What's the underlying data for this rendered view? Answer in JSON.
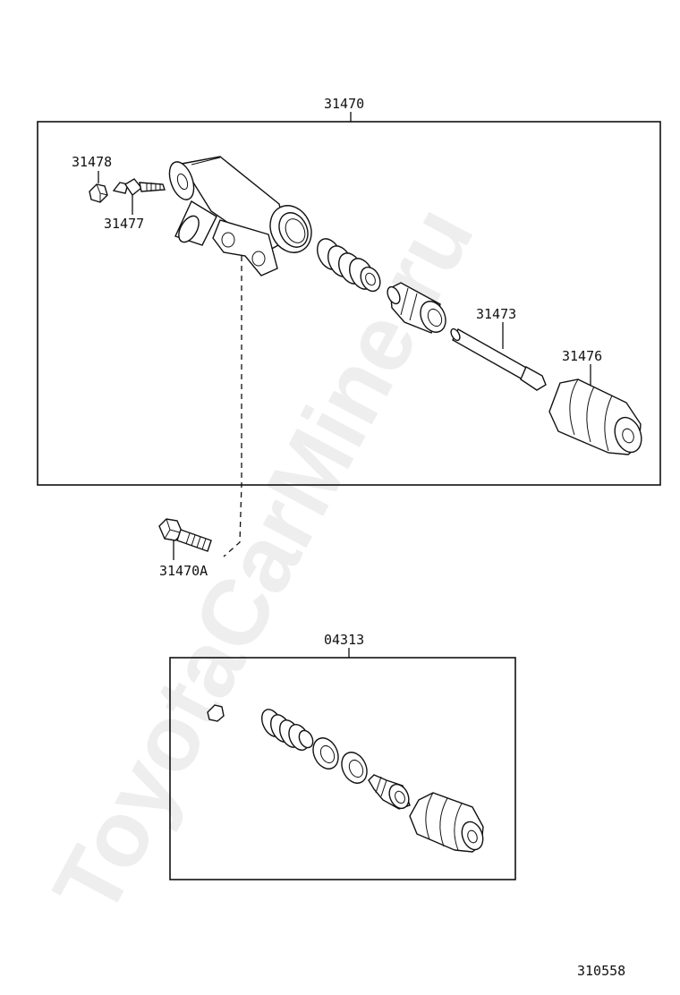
{
  "watermark": "ToyotaCarMine.ru",
  "assembly_label": "31470",
  "kit_label": "04313",
  "bolt_label": "31470A",
  "figure_number": "310558",
  "parts": {
    "cap": "31478",
    "bleeder_plug": "31477",
    "push_rod": "31473",
    "boot": "31476"
  }
}
